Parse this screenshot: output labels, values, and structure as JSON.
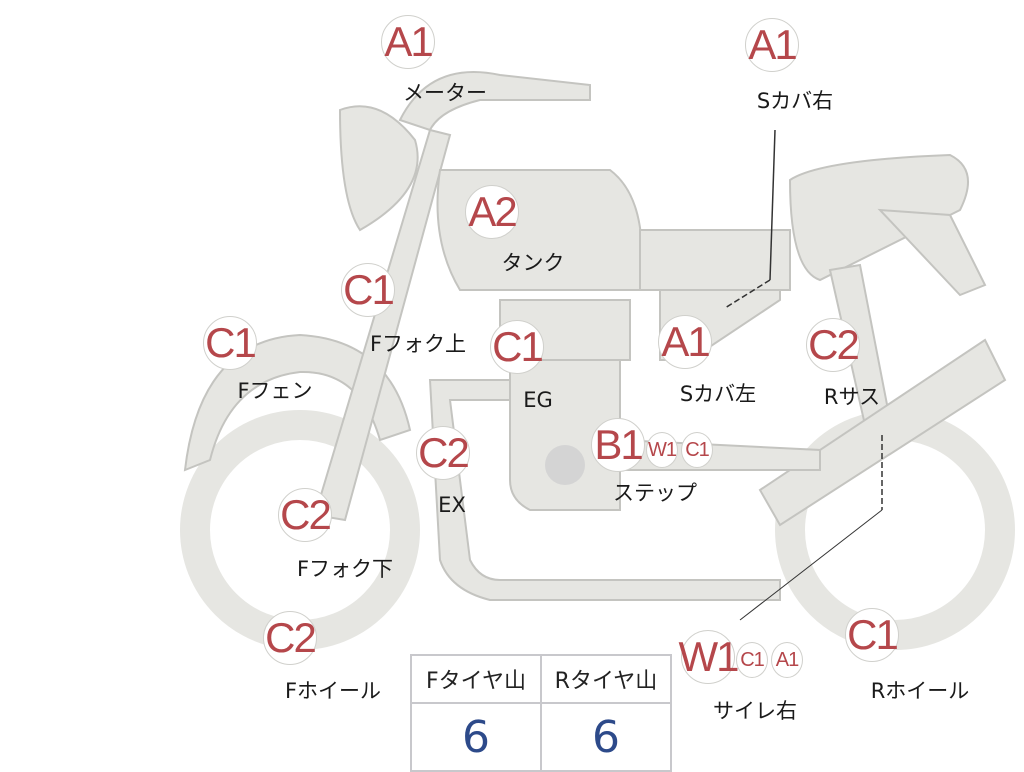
{
  "markers": [
    {
      "grades": [
        "A1"
      ],
      "part": "メーター"
    },
    {
      "grades": [
        "A1"
      ],
      "part": "Sカバ右"
    },
    {
      "grades": [
        "A2"
      ],
      "part": "タンク"
    },
    {
      "grades": [
        "C1"
      ],
      "part": "Fフォク上"
    },
    {
      "grades": [
        "C1"
      ],
      "part": "Fフェン"
    },
    {
      "grades": [
        "C1"
      ],
      "part": "EG"
    },
    {
      "grades": [
        "A1"
      ],
      "part": "Sカバ左"
    },
    {
      "grades": [
        "C2"
      ],
      "part": "Rサス"
    },
    {
      "grades": [
        "C2"
      ],
      "part": "EX"
    },
    {
      "grades": [
        "B1",
        "W1",
        "C1"
      ],
      "part": "ステップ"
    },
    {
      "grades": [
        "C2"
      ],
      "part": "Fフォク下"
    },
    {
      "grades": [
        "C2"
      ],
      "part": "Fホイール"
    },
    {
      "grades": [
        "W1",
        "C1",
        "A1"
      ],
      "part": "サイレ右"
    },
    {
      "grades": [
        "C1"
      ],
      "part": "Rホイール"
    }
  ],
  "tire_table": {
    "headers": [
      "Fタイヤ山",
      "Rタイヤ山"
    ],
    "values": [
      "6",
      "6"
    ]
  }
}
